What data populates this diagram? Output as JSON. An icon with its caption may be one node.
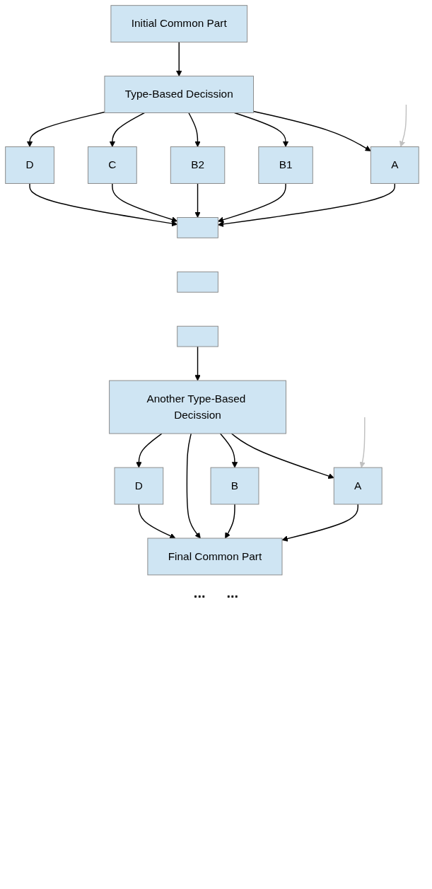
{
  "diagram": {
    "nodes": [
      {
        "text": [
          "Initial Common Part"
        ]
      },
      {
        "text": [
          "Type-Based Decission"
        ]
      },
      {
        "text": [
          "A"
        ]
      },
      {
        "text": [
          "B1"
        ]
      },
      {
        "text": [
          "B2"
        ]
      },
      {
        "text": [
          "C"
        ]
      },
      {
        "text": [
          "D"
        ]
      },
      {
        "text": [],
        "shape": "bar"
      },
      {
        "text": [],
        "shape": "bar"
      },
      {
        "text": [],
        "shape": "bar"
      },
      {
        "text": [
          "Another Type-Based Decission"
        ]
      },
      {
        "text": [
          "A"
        ]
      },
      {
        "text": [
          "B"
        ]
      },
      {
        "text": [
          "D"
        ]
      },
      {
        "text": [
          "Final Common Part"
        ]
      }
    ],
    "edges": [
      {
        "from": 0,
        "to": 1,
        "arrow": "to"
      },
      {
        "from": 1,
        "to": 2,
        "arrow": "to"
      },
      {
        "from": 1,
        "to": 3,
        "arrow": "to"
      },
      {
        "from": 1,
        "to": 4,
        "arrow": "to"
      },
      {
        "from": 1,
        "to": 5,
        "arrow": "to"
      },
      {
        "from": 1,
        "to": 6,
        "arrow": "to"
      },
      {
        "from": null,
        "to": 2,
        "arrow": "to",
        "color": "#c0c0c0"
      },
      {
        "from": 2,
        "to": 7,
        "arrow": "to"
      },
      {
        "from": 3,
        "to": 7,
        "arrow": "to"
      },
      {
        "from": 4,
        "to": 7,
        "arrow": "to"
      },
      {
        "from": 5,
        "to": 7,
        "arrow": "to"
      },
      {
        "from": 6,
        "to": 7,
        "arrow": "to"
      },
      {
        "from": 9,
        "to": 10,
        "arrow": "to"
      },
      {
        "from": 10,
        "to": 11,
        "arrow": "to"
      },
      {
        "from": 10,
        "to": 12,
        "arrow": "to"
      },
      {
        "from": 10,
        "to": 14,
        "arrow": "to"
      },
      {
        "from": 10,
        "to": 13,
        "arrow": "to"
      },
      {
        "from": null,
        "to": 11,
        "arrow": "to",
        "color": "#c0c0c0"
      },
      {
        "from": 11,
        "to": 14,
        "arrow": "to"
      },
      {
        "from": 12,
        "to": 14,
        "arrow": "to"
      },
      {
        "from": 13,
        "to": 14,
        "arrow": "to"
      }
    ],
    "labels": [
      "...",
      "..."
    ]
  }
}
